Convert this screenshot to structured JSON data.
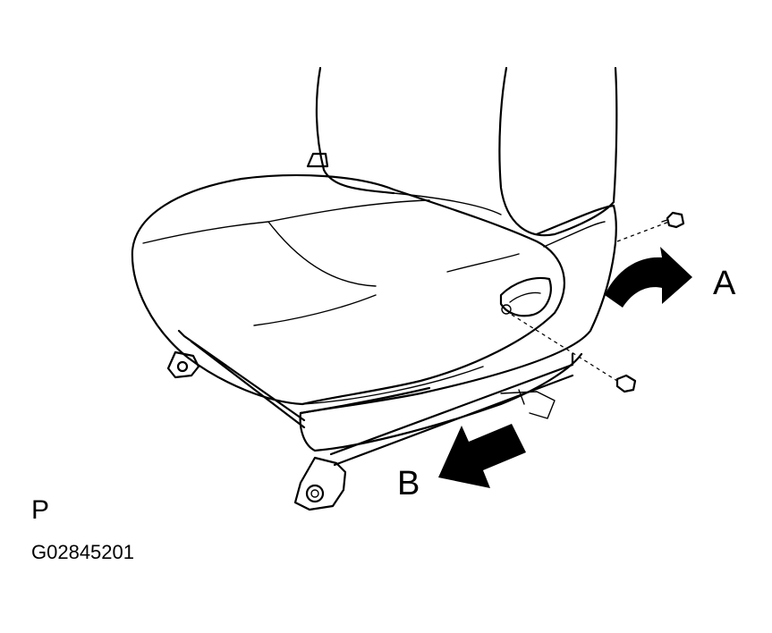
{
  "diagram": {
    "labels": {
      "a": "A",
      "b": "B",
      "p": "P"
    },
    "figure_code": "G02845201"
  },
  "colors": {
    "ink": "#000000",
    "background": "#ffffff"
  }
}
